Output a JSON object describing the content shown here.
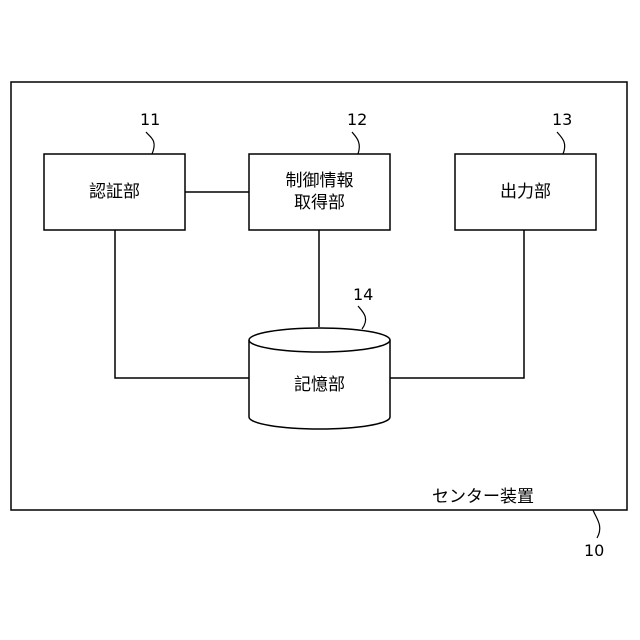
{
  "container": {
    "label": "センター装置",
    "ref": "10"
  },
  "blocks": {
    "auth": {
      "label": "認証部",
      "ref": "11"
    },
    "control": {
      "line1": "制御情報",
      "line2": "取得部",
      "ref": "12"
    },
    "output": {
      "label": "出力部",
      "ref": "13"
    },
    "storage": {
      "label": "記憶部",
      "ref": "14"
    }
  }
}
